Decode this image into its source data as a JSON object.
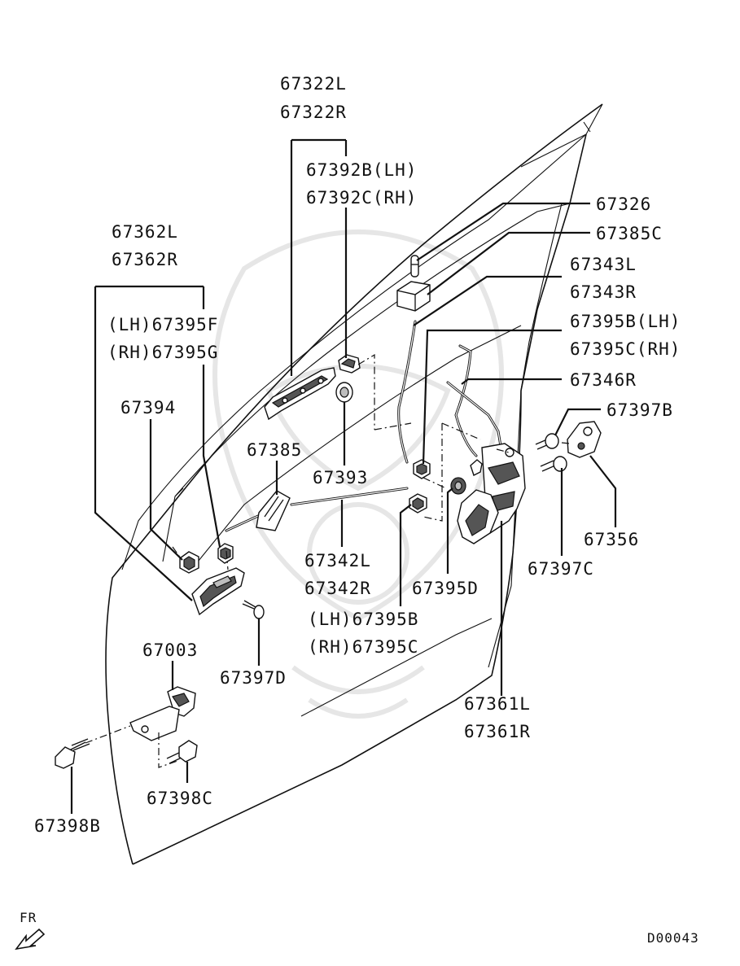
{
  "diagram": {
    "labels": {
      "p67322L": "67322L",
      "p67322R": "67322R",
      "p67392B": "67392B(LH)",
      "p67392C": "67392C(RH)",
      "p67326": "67326",
      "p67385C": "67385C",
      "p67343L": "67343L",
      "p67343R": "67343R",
      "p67395B_lh": "67395B(LH)",
      "p67395C_rh": "67395C(RH)",
      "p67346R": "67346R",
      "p67397B": "67397B",
      "p67362L": "67362L",
      "p67362R": "67362R",
      "p67395F": "(LH)67395F",
      "p67395G": "(RH)67395G",
      "p67394": "67394",
      "p67385": "67385",
      "p67393": "67393",
      "p67342L": "67342L",
      "p67342R": "67342R",
      "p67395D": "67395D",
      "p67395B_lh2": "(LH)67395B",
      "p67395C_rh2": "(RH)67395C",
      "p67356": "67356",
      "p67397C": "67397C",
      "p67003": "67003",
      "p67397D": "67397D",
      "p67361L": "67361L",
      "p67361R": "67361R",
      "p67398C": "67398C",
      "p67398B": "67398B",
      "front_indicator": "FR",
      "diagram_code": "D00043"
    }
  }
}
